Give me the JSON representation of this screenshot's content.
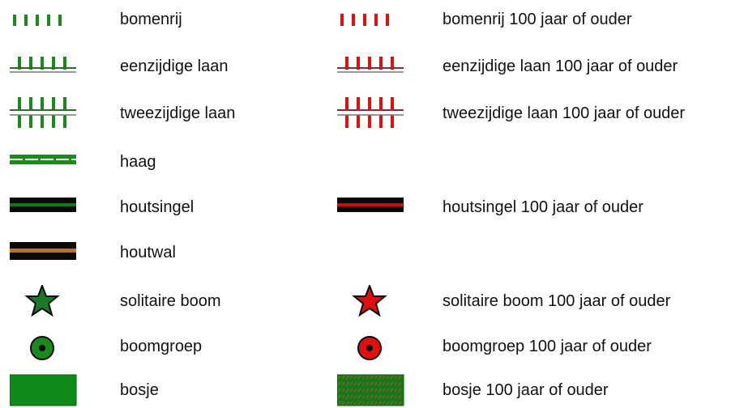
{
  "legend": {
    "left": [
      {
        "key": "bomenrij",
        "label": "bomenrij",
        "icon": "tree-row-icon",
        "color": "#1a8a1a"
      },
      {
        "key": "eenzijdige_laan",
        "label": "eenzijdige laan",
        "icon": "one-sided-avenue-icon",
        "color": "#1a8a1a"
      },
      {
        "key": "tweezijdige_laan",
        "label": "tweezijdige laan",
        "icon": "two-sided-avenue-icon",
        "color": "#1a8a1a"
      },
      {
        "key": "haag",
        "label": "haag",
        "icon": "hedge-icon",
        "color": "#1a8a1a"
      },
      {
        "key": "houtsingel",
        "label": "houtsingel",
        "icon": "wooded-strip-icon",
        "color": "#0b5c16"
      },
      {
        "key": "houtwal",
        "label": "houtwal",
        "icon": "wooded-bank-icon",
        "color": "#b8742e"
      },
      {
        "key": "solitaire_boom",
        "label": "solitaire boom",
        "icon": "star-icon",
        "color": "#1a7a2a"
      },
      {
        "key": "boomgroep",
        "label": "boomgroep",
        "icon": "tree-group-icon",
        "color": "#1a8a1a"
      },
      {
        "key": "bosje",
        "label": "bosje",
        "icon": "grove-icon",
        "color": "#0f8a1a"
      }
    ],
    "right": [
      {
        "key": "bomenrij_oud",
        "label": "bomenrij 100 jaar of ouder",
        "icon": "tree-row-icon",
        "color": "#e01010"
      },
      {
        "key": "eenzijdige_laan_oud",
        "label": "eenzijdige laan 100 jaar of ouder",
        "icon": "one-sided-avenue-icon",
        "color": "#e01010"
      },
      {
        "key": "tweezijdige_laan_oud",
        "label": "tweezijdige laan 100 jaar of ouder",
        "icon": "two-sided-avenue-icon",
        "color": "#e01010"
      },
      {
        "key": "houtsingel_oud",
        "label": "houtsingel 100 jaar of ouder",
        "icon": "wooded-strip-icon",
        "color": "#c01010"
      },
      {
        "key": "solitaire_boom_oud",
        "label": "solitaire boom 100 jaar of ouder",
        "icon": "star-icon",
        "color": "#e01010"
      },
      {
        "key": "boomgroep_oud",
        "label": "boomgroep 100 jaar of ouder",
        "icon": "tree-group-icon",
        "color": "#e01010"
      },
      {
        "key": "bosje_oud",
        "label": "bosje 100 jaar of ouder",
        "icon": "grove-icon",
        "color": "#0f7a1a"
      }
    ]
  }
}
